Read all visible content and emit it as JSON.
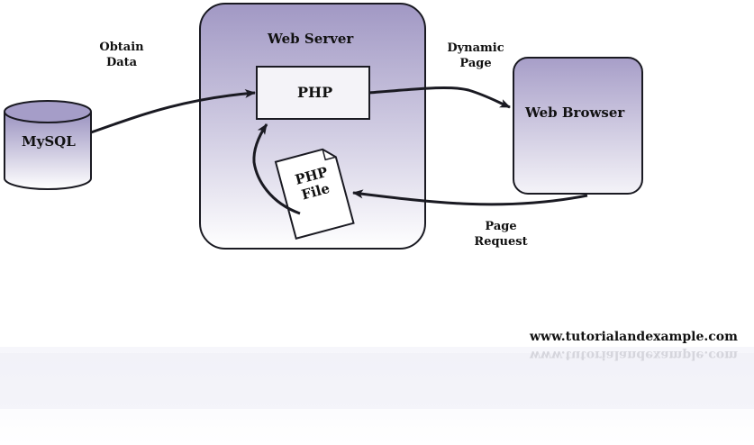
{
  "diagram": {
    "web_server": {
      "title": "Web Server"
    },
    "php_box": {
      "label": "PHP"
    },
    "php_file": {
      "label_line1": "PHP",
      "label_line2": "File"
    },
    "mysql": {
      "label": "MySQL"
    },
    "web_browser": {
      "label": "Web Browser"
    },
    "edges": {
      "obtain_data": {
        "line1": "Obtain",
        "line2": "Data"
      },
      "dynamic_page": {
        "line1": "Dynamic",
        "line2": "Page"
      },
      "page_request": {
        "line1": "Page",
        "line2": "Request"
      }
    }
  },
  "watermark": {
    "text": "www.tutorialandexample.com"
  },
  "colors": {
    "server_top": "#a198c4",
    "server_bottom": "#ffffff",
    "browser_top": "#a79ec8",
    "browser_bottom": "#f4f3f8",
    "mysql_top": "#9a92c0",
    "mysql_bottom": "#ffffff",
    "outline": "#1a1a22",
    "footer_band": "#f2f2f8"
  }
}
